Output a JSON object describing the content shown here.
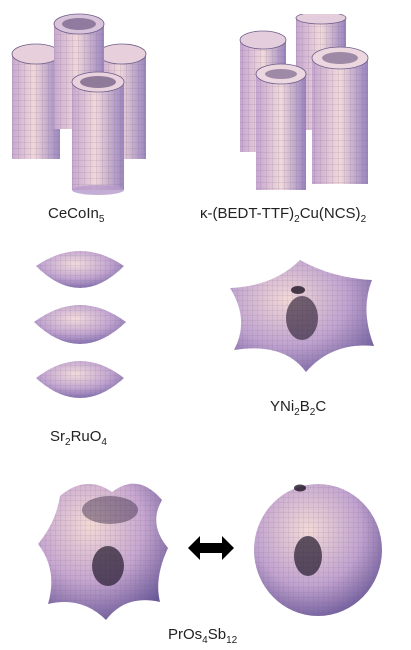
{
  "figure": {
    "labels": {
      "ceco": {
        "main": "CeCoIn",
        "sub": "5",
        "rest": ""
      },
      "kappa": {
        "main": "κ-(BEDT-TTF)",
        "sub": "2",
        "mid": "Cu(NCS)",
        "sub2": "2"
      },
      "sr": {
        "a": "Sr",
        "sa": "2",
        "b": "RuO",
        "sb": "4"
      },
      "yni": {
        "a": "YNi",
        "sa": "2",
        "b": "B",
        "sb": "2",
        "c": "C"
      },
      "pros": {
        "a": "PrOs",
        "sa": "4",
        "b": "Sb",
        "sb": "12"
      }
    },
    "colors": {
      "surface_light": "#e9cfd8",
      "surface_mid": "#b79acb",
      "surface_dark": "#7a6aa8",
      "grid": "#6f5f8a",
      "shadow": "#3b2b46",
      "arrow": "#000000"
    },
    "icons": {
      "arrow": "double-arrow-icon"
    }
  }
}
